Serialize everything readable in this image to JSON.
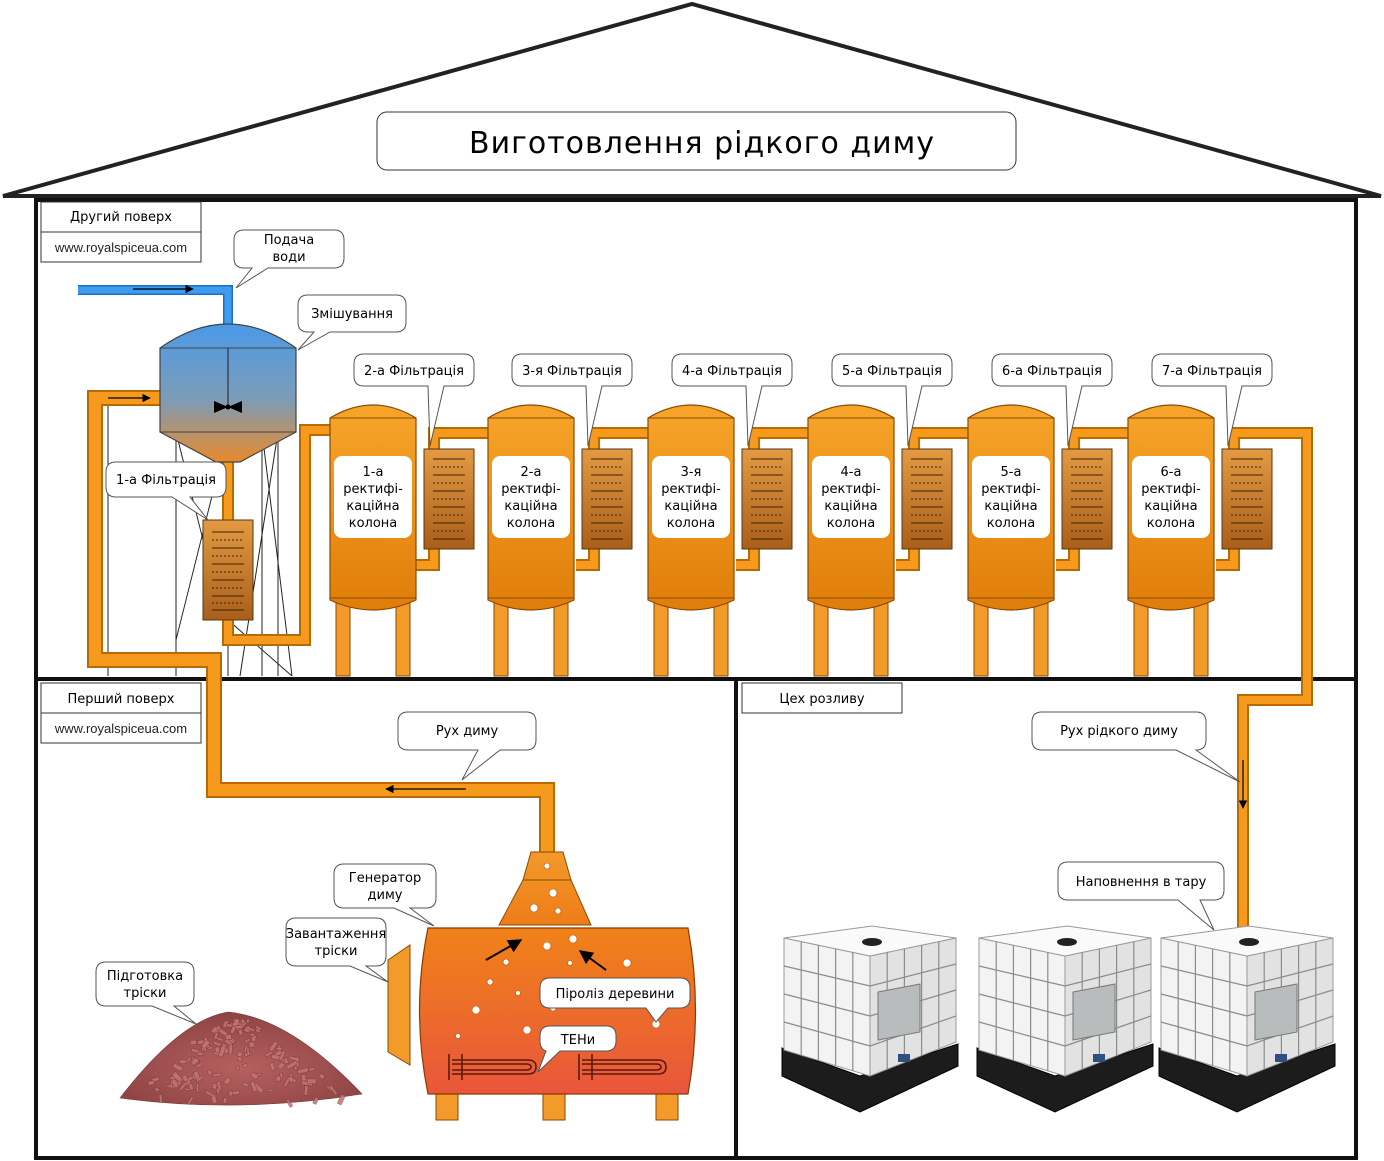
{
  "title": "Виготовлення рідкого диму",
  "floors": {
    "second": {
      "label": "Другий поверх",
      "url": "www.royalspiceua.com"
    },
    "first": {
      "label": "Перший поверх",
      "url": "www.royalspiceua.com"
    },
    "bottling": {
      "label": "Цех розливу"
    }
  },
  "callouts": {
    "water": [
      "Подача",
      "води"
    ],
    "mixing": "Змішування",
    "filter1": "1-а Фільтрація",
    "smoke_flow": "Рух диму",
    "liquid_flow": "Рух рідкого диму",
    "filling": "Наповнення в тару",
    "generator": [
      "Генератор",
      "диму"
    ],
    "loading": [
      "Завантаження",
      "тріски"
    ],
    "chips": [
      "Підготовка",
      "тріски"
    ],
    "pyrolysis": "Піроліз деревини",
    "heaters": "ТЕНи"
  },
  "filtrations": [
    "2-а Фільтрація",
    "3-я Фільтрація",
    "4-а Фільтрація",
    "5-а Фільтрація",
    "6-а Фільтрація",
    "7-а Фільтрація"
  ],
  "columns": [
    [
      "1-а",
      "ректифі-",
      "каційна",
      "колона"
    ],
    [
      "2-а",
      "ректифі-",
      "каційна",
      "колона"
    ],
    [
      "3-я",
      "ректифі-",
      "каційна",
      "колона"
    ],
    [
      "4-а",
      "ректифі-",
      "каційна",
      "колона"
    ],
    [
      "5-а",
      "ректифі-",
      "каційна",
      "колона"
    ],
    [
      "6-а",
      "ректифі-",
      "каційна",
      "колона"
    ]
  ],
  "colors": {
    "water_pipe": "#2f8fe0",
    "pipe": "#f59a1c",
    "pipe_edge": "#b86a00",
    "column_top": "#f7a52a",
    "column_bottom": "#e07d0a",
    "filter": "#b8702a",
    "generator_top": "#f07a1a",
    "generator_bottom": "#e8553a",
    "chips": "#9c4a4a"
  },
  "icons": [
    "mixer-blade-icon",
    "ibc-tank-icon",
    "heating-element-icon",
    "wood-chips-icon"
  ]
}
